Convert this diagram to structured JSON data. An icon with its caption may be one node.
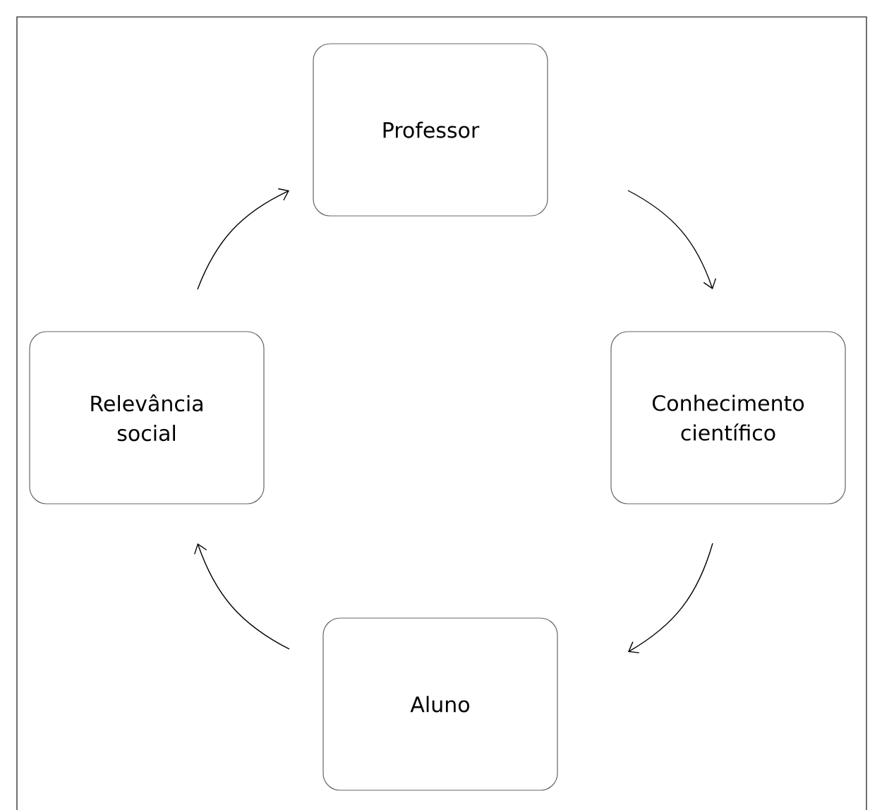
{
  "diagram": {
    "nodes": [
      {
        "text": [
          "Professor"
        ]
      },
      {
        "text": [
          "Conhecimento científico"
        ]
      },
      {
        "text": [
          "Aluno"
        ]
      },
      {
        "text": [
          "Relevância social"
        ]
      }
    ],
    "edges": [
      {
        "from": 0,
        "to": 1,
        "arrow": "to"
      },
      {
        "from": 1,
        "to": 2,
        "arrow": "to"
      },
      {
        "from": 2,
        "to": 3,
        "arrow": "to"
      },
      {
        "from": 3,
        "to": 0,
        "arrow": "to"
      }
    ]
  }
}
